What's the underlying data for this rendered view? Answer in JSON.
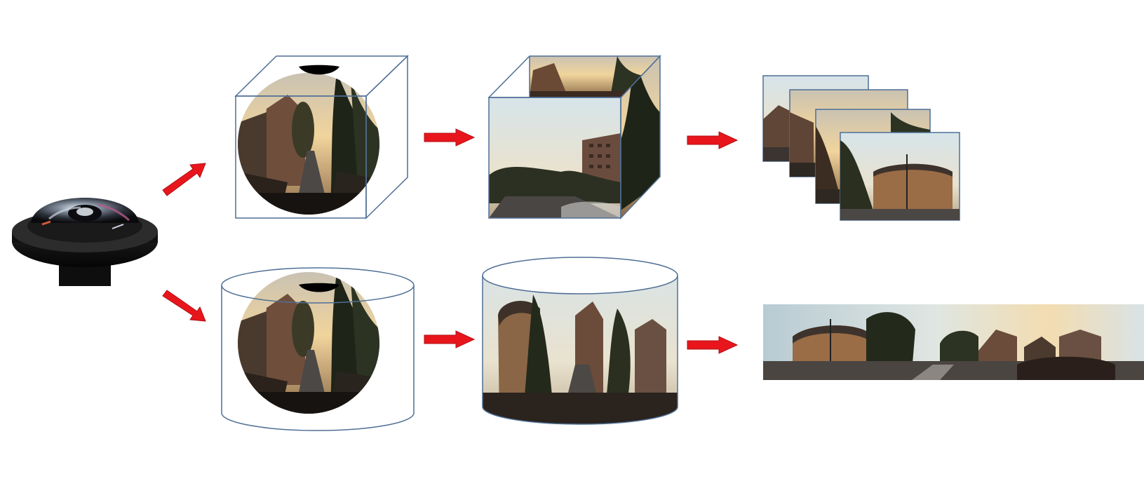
{
  "diagram": {
    "type": "fisheye-projection-pipeline",
    "nodes": [
      {
        "id": "fisheye-lens",
        "kind": "camera lens (fisheye)"
      },
      {
        "id": "cube-projection",
        "kind": "fisheye image mapped into a cube"
      },
      {
        "id": "cube-unfolded-faces",
        "kind": "perspective images on cube faces"
      },
      {
        "id": "perspective-image-stack",
        "kind": "stack of perspective images"
      },
      {
        "id": "cylinder-projection",
        "kind": "fisheye image mapped into a cylinder"
      },
      {
        "id": "cylinder-surface",
        "kind": "panorama wrapped on cylinder surface"
      },
      {
        "id": "panorama-strip",
        "kind": "equirectangular panorama strip"
      }
    ],
    "edges": [
      {
        "from": "fisheye-lens",
        "to": "cube-projection"
      },
      {
        "from": "cube-projection",
        "to": "cube-unfolded-faces"
      },
      {
        "from": "cube-unfolded-faces",
        "to": "perspective-image-stack"
      },
      {
        "from": "fisheye-lens",
        "to": "cylinder-projection"
      },
      {
        "from": "cylinder-projection",
        "to": "cylinder-surface"
      },
      {
        "from": "cylinder-surface",
        "to": "panorama-strip"
      }
    ]
  },
  "colors": {
    "arrow": "#e8161c",
    "outline": "#4f6f95",
    "sky_top": "#dfe9ee",
    "sky_warm": "#f2d6a0",
    "building": "#6b5040",
    "tree": "#2a2e1e",
    "road": "#55504c",
    "shadow": "#1e1a16",
    "lens_body": "#141414"
  },
  "icons": [
    "fisheye-lens-icon",
    "arrow-icon"
  ]
}
